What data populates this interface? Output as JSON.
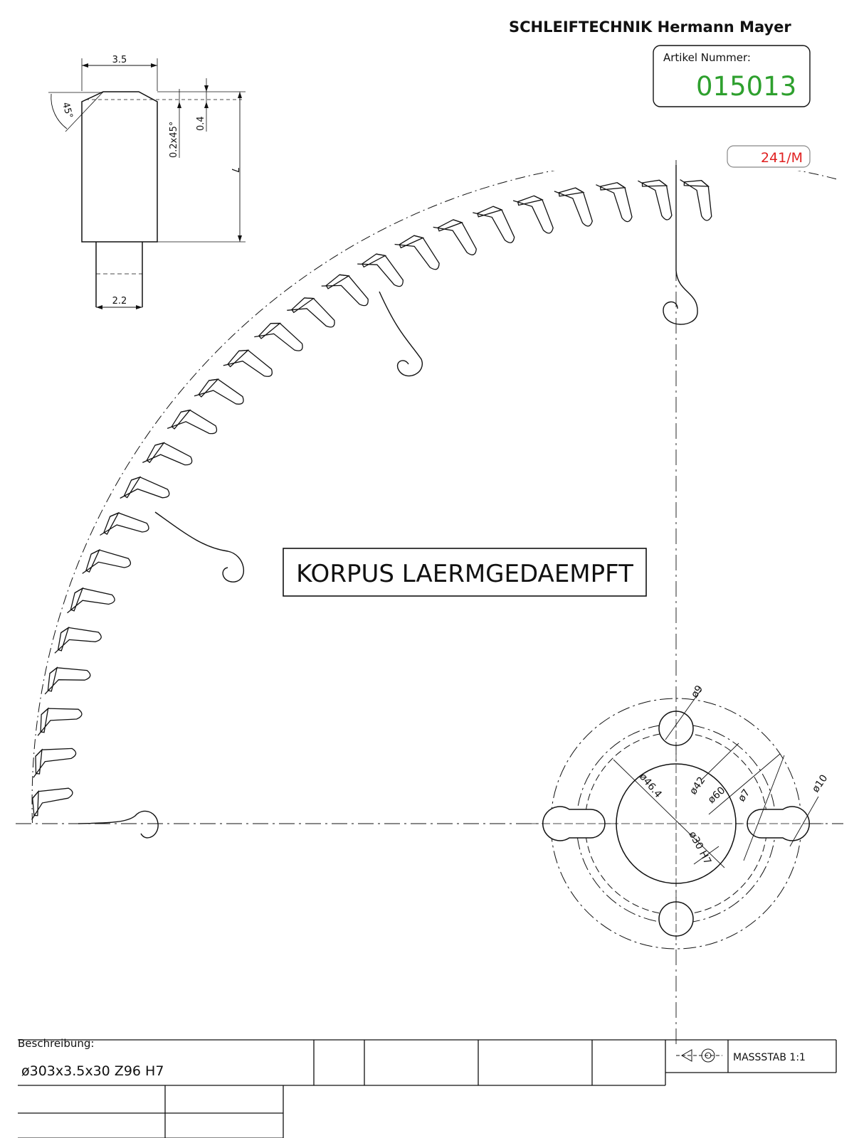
{
  "header": {
    "company": "SCHLEIFTECHNIK Hermann Mayer",
    "article_label": "Artikel  Nummer:",
    "article_number": "015013",
    "revision": "241/M"
  },
  "colors": {
    "article_number": "#2ea02e",
    "revision": "#e02020",
    "line": "#111111"
  },
  "tooth_detail": {
    "dim_width_top": "3.5",
    "dim_width_bottom": "2.2",
    "dim_height": "7",
    "dim_chamfer": "0.2x45°",
    "dim_offset": "0.4",
    "dim_angle": "45°"
  },
  "note": "KORPUS LAERMGEDAEMPFT",
  "hub": {
    "d9": "ø9",
    "d10": "ø10",
    "d46": "ø46.4",
    "d42": "ø42",
    "d60": "ø60",
    "d7": "ø7",
    "bore": "ø30 H7"
  },
  "title_block": {
    "description_label": "Beschreibung:",
    "description": "ø303x3.5x30  Z96  H7",
    "scale": "MASSSTAB  1:1"
  }
}
